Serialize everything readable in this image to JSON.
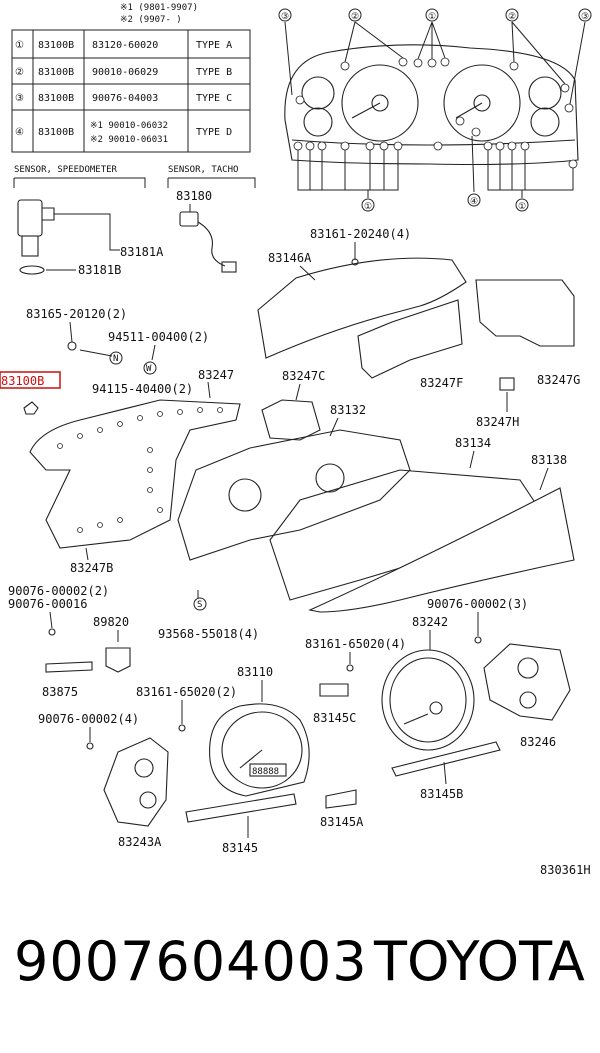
{
  "footnotes": {
    "note1": "※1 (9801-9907)",
    "note2": "※2 (9907-      )"
  },
  "variant_table": {
    "rows": [
      {
        "mark": "①",
        "part": "83100B",
        "number": "83120-60020",
        "type": "TYPE A"
      },
      {
        "mark": "②",
        "part": "83100B",
        "number": "90010-06029",
        "type": "TYPE B"
      },
      {
        "mark": "③",
        "part": "83100B",
        "number": "90076-04003",
        "type": "TYPE C"
      },
      {
        "mark": "④",
        "part": "83100B",
        "number_lines": [
          "※1 90010-06032",
          "※2 90010-06031"
        ],
        "type": "TYPE D"
      }
    ]
  },
  "section_labels": {
    "speedometer": "SENSOR, SPEEDOMETER",
    "tacho": "SENSOR, TACHO"
  },
  "callout_marks": {
    "m1": "①",
    "m2": "②",
    "m3": "③",
    "m4": "④"
  },
  "callouts": {
    "p83180": "83180",
    "p83181A": "83181A",
    "p83181B": "83181B",
    "p83161_20240": "83161-20240(4)",
    "p83146A": "83146A",
    "p83165": "83165-20120(2)",
    "p94511": "94511-00400(2)",
    "p83100B": "83100B",
    "p94115": "94115-40400(2)",
    "p83247": "83247",
    "p83247C": "83247C",
    "p83247F": "83247F",
    "p83247G": "83247G",
    "p83247H": "83247H",
    "p83132": "83132",
    "p83134": "83134",
    "p83138": "83138",
    "p83247B": "83247B",
    "p90076_2": "90076-00002(2)",
    "p90076_16": "90076-00016",
    "p89820": "89820",
    "p93568": "93568-55018(4)",
    "p83242": "83242",
    "p90076_3": "90076-00002(3)",
    "p83161_65020_4": "83161-65020(4)",
    "p83875": "83875",
    "p83110": "83110",
    "p83161_65020_2": "83161-65020(2)",
    "p83145C": "83145C",
    "p83246": "83246",
    "p90076_4": "90076-00002(4)",
    "p83145B": "83145B",
    "p83145A": "83145A",
    "p83243A": "83243A",
    "p83145": "83145"
  },
  "markers": {
    "n": "N",
    "w": "W",
    "s": "S"
  },
  "dial_text": {
    "speedo_readout": "88888"
  },
  "drawing_code": "830361H",
  "caption": {
    "part_number": "9007604003",
    "brand": "TOYOTA"
  },
  "colors": {
    "highlight": "#cc1111"
  }
}
